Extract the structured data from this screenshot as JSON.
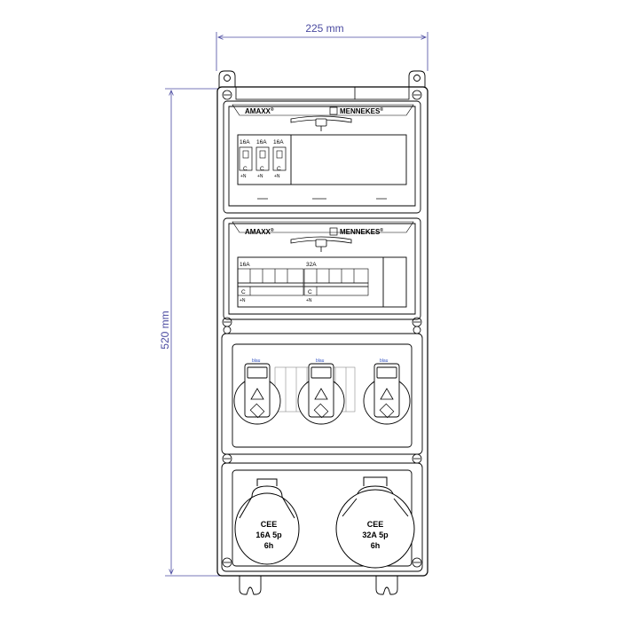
{
  "dimensions": {
    "width_label": "225 mm",
    "height_label": "520 mm"
  },
  "colors": {
    "dimension": "#4a4aa0",
    "line": "#000000",
    "blau": "#3050c0"
  },
  "panels": {
    "upper": {
      "brand_left": "AMAXX",
      "brand_left_mark": "®",
      "brand_right": "MENNEKES",
      "brand_right_mark": "®",
      "breakers": [
        {
          "rating": "16A",
          "type": "C",
          "poles": "+N"
        },
        {
          "rating": "16A",
          "type": "C",
          "poles": "+N"
        },
        {
          "rating": "16A",
          "type": "C",
          "poles": "+N"
        }
      ]
    },
    "middle": {
      "brand_left": "AMAXX",
      "brand_left_mark": "®",
      "brand_right": "MENNEKES",
      "brand_right_mark": "®",
      "rcd_left": {
        "rating": "16A",
        "type": "C",
        "poles": "+N"
      },
      "rcd_right": {
        "rating": "32A",
        "type": "C",
        "poles": "+N"
      }
    },
    "sockets": {
      "labels": [
        "blau",
        "blau",
        "blau"
      ]
    },
    "cee": {
      "left": {
        "line1": "CEE",
        "line2": "16A  5p",
        "line3": "6h"
      },
      "right": {
        "line1": "CEE",
        "line2": "32A  5p",
        "line3": "6h"
      }
    }
  }
}
